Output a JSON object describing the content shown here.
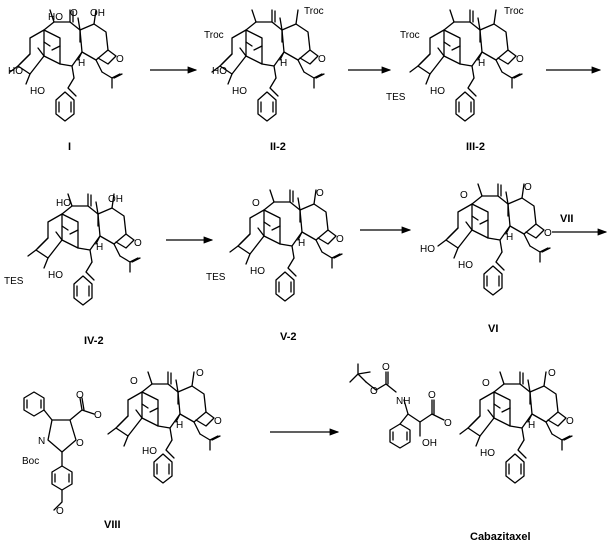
{
  "compounds": {
    "c1": "I",
    "c2": "II-2",
    "c3": "III-2",
    "c4": "IV-2",
    "c5": "V-2",
    "c6": "VI",
    "c7": "VIII",
    "c8": "Cabazitaxel"
  },
  "reagents": {
    "r6": "VII"
  },
  "atoms": {
    "o": "O",
    "ho": "HO",
    "oh": "OH",
    "h": "H",
    "troc": "Troc",
    "tes": "TES",
    "nh": "NH",
    "n": "N",
    "boc": "Boc",
    "oc": "O"
  }
}
